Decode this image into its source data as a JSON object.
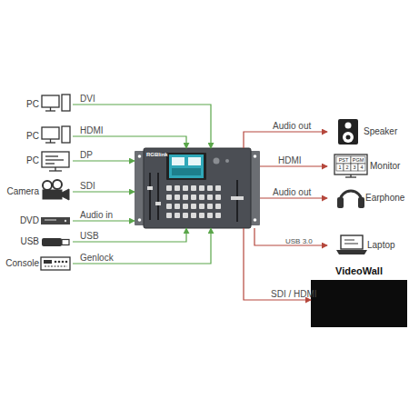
{
  "diagram": {
    "nodes": [
      {
        "text": [
          "PC"
        ]
      },
      {
        "text": [
          "PC"
        ]
      },
      {
        "text": [
          "PC"
        ]
      },
      {
        "text": [
          "Camera"
        ]
      },
      {
        "text": [
          "DVD"
        ]
      },
      {
        "text": [
          "USB"
        ]
      },
      {
        "text": [
          "Console"
        ]
      },
      {
        "text": [
          "RGBlink"
        ]
      },
      {
        "text": [
          "Speaker"
        ]
      },
      {
        "text": [
          "Monitor"
        ]
      },
      {
        "text": [
          "Earphone"
        ]
      },
      {
        "text": [
          "Laptop"
        ]
      },
      {
        "text": [
          "VideoWall"
        ]
      }
    ],
    "edges": [
      {
        "from": 0,
        "to": 7,
        "arrow": "to",
        "label": "DVI"
      },
      {
        "from": 1,
        "to": 7,
        "arrow": "to",
        "label": "HDMI"
      },
      {
        "from": 2,
        "to": 7,
        "arrow": "to",
        "label": "DP"
      },
      {
        "from": 3,
        "to": 7,
        "arrow": "to",
        "label": "SDI"
      },
      {
        "from": 4,
        "to": 7,
        "arrow": "to",
        "label": "Audio in"
      },
      {
        "from": 5,
        "to": 7,
        "arrow": "to",
        "label": "USB"
      },
      {
        "from": 6,
        "to": 7,
        "arrow": "to",
        "label": "Genlock"
      },
      {
        "from": 7,
        "to": 8,
        "arrow": "to",
        "label": "Audio out"
      },
      {
        "from": 7,
        "to": 9,
        "arrow": "to",
        "label": "HDMI"
      },
      {
        "from": 7,
        "to": 10,
        "arrow": "to",
        "label": "Audio out"
      },
      {
        "from": 7,
        "to": 11,
        "arrow": "to",
        "label": "USB 3.0"
      },
      {
        "from": 7,
        "to": 12,
        "arrow": "to",
        "label": "SDI / HDMI"
      }
    ],
    "labels": [
      "PST",
      "PGM",
      "1",
      "2",
      "3",
      "4"
    ]
  }
}
